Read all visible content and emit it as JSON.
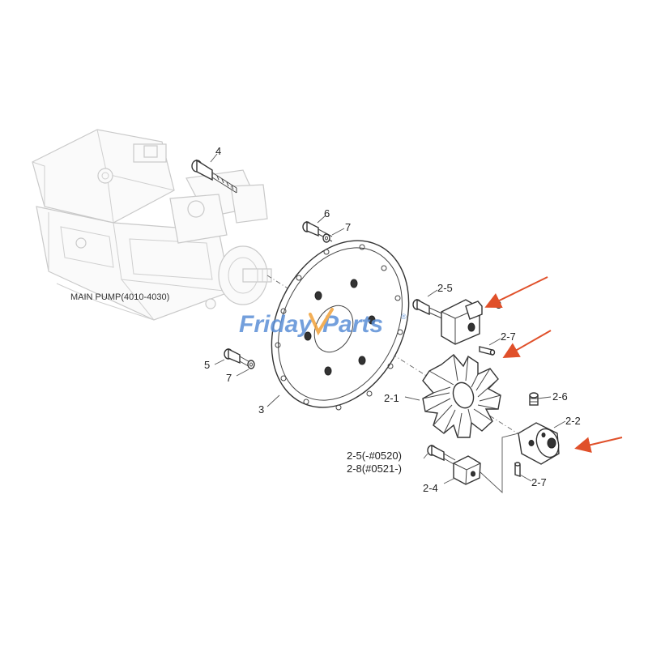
{
  "diagram": {
    "main_pump_label": "MAIN PUMP(4010-4030)",
    "watermark": {
      "text_part1": "Friday",
      "text_part2": "Parts",
      "registered": "®"
    },
    "callouts": {
      "c4": "4",
      "c6": "6",
      "c7_top": "7",
      "c5": "5",
      "c7_left": "7",
      "c3": "3",
      "c2_5": "2-5",
      "c2_3": "3",
      "c2_7_top": "2-7",
      "c2_1": "2-1",
      "c2_6": "2-6",
      "c2_2": "2-2",
      "c2_5_serial": "2-5(-#0520)",
      "c2_8_serial": "2-8(#0521-)",
      "c2_4": "2-4",
      "c2_7_bottom": "2-7"
    },
    "colors": {
      "arrow": "#e0502a",
      "watermark_blue": "#5b8fd6",
      "watermark_orange": "#f2a23a",
      "line": "#333333"
    }
  }
}
